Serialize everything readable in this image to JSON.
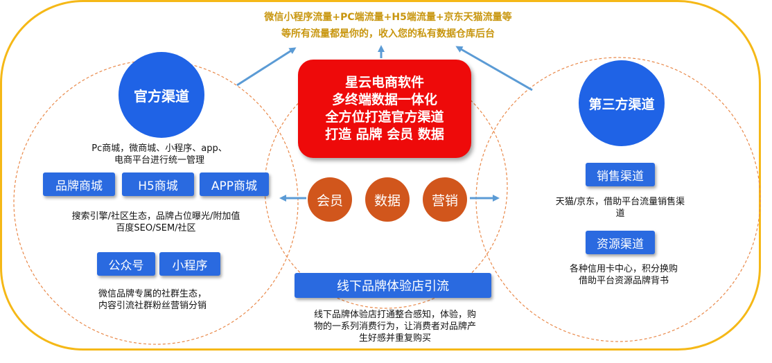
{
  "top_text": {
    "line1": "微信小程序流量+PC端流量+H5端流量+京东天猫流量等",
    "line2": "等所有流量都是你的，收入您的私有数据仓库后台"
  },
  "center_box": {
    "lines": [
      "星云电商软件",
      "多终端数据一体化",
      "全方位打造官方渠道",
      "打造 品牌  会员  数据"
    ]
  },
  "center_orbs": [
    "会员",
    "数据",
    "营销"
  ],
  "official_channel": {
    "title": "官方渠道",
    "desc": [
      "Pc商城，微商城、小程序、app、",
      "电商平台进行统一管理"
    ],
    "tags": [
      "品牌商城",
      "H5商城",
      "APP商城"
    ],
    "desc2": [
      "搜索引擎/社区生态，品牌占位曝光/附加值",
      "百度SEO/SEM/社区"
    ],
    "tags2": [
      "公众号",
      "小程序"
    ],
    "desc3": [
      "微信品牌专属的社群生态，",
      "内容引流社群粉丝营销分销"
    ]
  },
  "third_party_channel": {
    "title": "第三方渠道",
    "sales_tag": "销售渠道",
    "sales_desc": [
      "天猫/京东，借助平台流量销售渠",
      "道"
    ],
    "resource_tag": "资源渠道",
    "resource_desc": [
      "各种信用卡中心，积分换购",
      "借助平台资源品牌背书"
    ]
  },
  "offline": {
    "tag": "线下品牌体验店引流",
    "desc": [
      "线下品牌体验店打通整合感知，体验，购",
      "物的一系列消费行为，让消费者对品牌产",
      "生好感并重复购买"
    ]
  },
  "colors": {
    "frame": "#f5b817",
    "primary_blue": "#1f63e6",
    "center_red": "#ee0a0a",
    "orb_orange": "#d1561c",
    "arrow_blue": "#5b9bd5",
    "dashed_orange": "#e9894a",
    "top_text": "#c8960f"
  }
}
